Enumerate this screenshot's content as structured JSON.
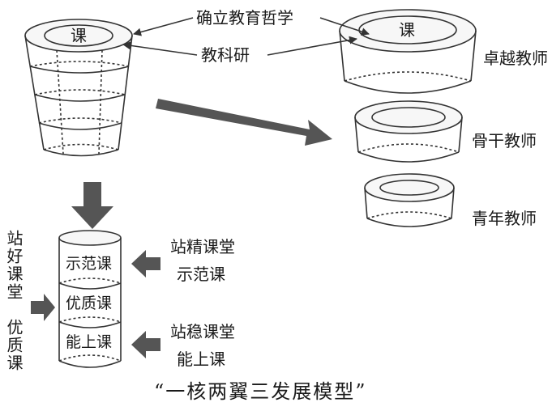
{
  "diagram": {
    "ke_label_left": "课",
    "ke_label_right": "课",
    "arrow_label_philosophy": "确立教育哲学",
    "arrow_label_research": "教科研",
    "tiers": [
      "卓越教师",
      "骨干教师",
      "青年教师"
    ],
    "stack": [
      "示范课",
      "优质课",
      "能上课"
    ],
    "right_notes": {
      "top_line1": "站精课堂",
      "top_line2": "示范课",
      "bottom_line1": "站稳课堂",
      "bottom_line2": "能上课"
    },
    "left_vertical_1": "站好课堂",
    "left_vertical_2": "优质课",
    "caption": "“一核两翼三发展模型”"
  }
}
